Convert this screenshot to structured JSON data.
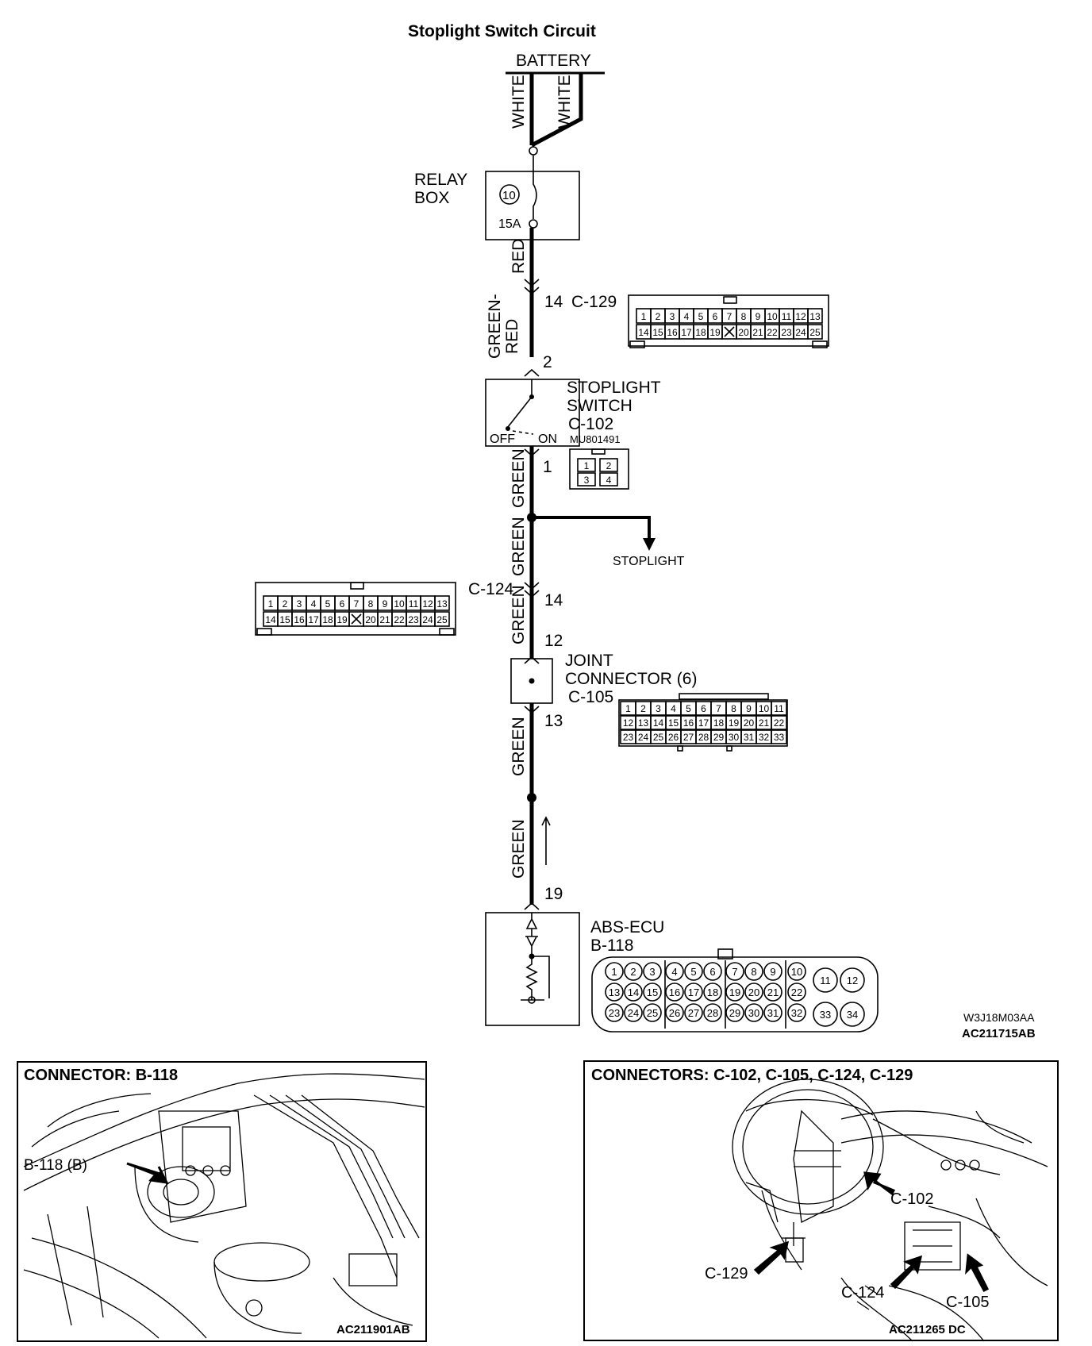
{
  "title": "Stoplight Switch Circuit",
  "battery": "BATTERY",
  "wires": {
    "white_a": "WHITE",
    "white_b": "WHITE",
    "red": "RED",
    "green_red_1": "GREEN-",
    "green_red_2": "RED",
    "green_1": "GREEN",
    "green_2": "GREEN",
    "green_3": "GREEN",
    "green_4": "GREEN",
    "green_5": "GREEN"
  },
  "relay_box": {
    "label_1": "RELAY",
    "label_2": "BOX",
    "fuse_no": "10",
    "fuse_rating": "15A"
  },
  "c129": {
    "pin": "14",
    "name": "C-129",
    "top_row": [
      "1",
      "2",
      "3",
      "4",
      "5",
      "6",
      "7",
      "8",
      "9",
      "10",
      "11",
      "12",
      "13"
    ],
    "bottom_row": [
      "14",
      "15",
      "16",
      "17",
      "18",
      "19",
      "X",
      "20",
      "21",
      "22",
      "23",
      "24",
      "25"
    ]
  },
  "stoplight_switch": {
    "pin_in": "2",
    "label_1": "STOPLIGHT",
    "label_2": "SWITCH",
    "name": "C-102",
    "part_no": "MU801491",
    "off": "OFF",
    "on": "ON",
    "pin_out": "1",
    "pins": [
      "1",
      "2",
      "3",
      "4"
    ]
  },
  "stoplight": "STOPLIGHT",
  "c124": {
    "name": "C-124",
    "pin_a": "14",
    "pin_b": "12",
    "top_row": [
      "1",
      "2",
      "3",
      "4",
      "5",
      "6",
      "7",
      "8",
      "9",
      "10",
      "11",
      "12",
      "13"
    ],
    "bottom_row": [
      "14",
      "15",
      "16",
      "17",
      "18",
      "19",
      "X",
      "20",
      "21",
      "22",
      "23",
      "24",
      "25"
    ]
  },
  "joint_connector": {
    "label_1": "JOINT",
    "label_2": "CONNECTOR (6)",
    "name": "C-105",
    "pin_out": "13",
    "rows": [
      [
        "1",
        "2",
        "3",
        "4",
        "5",
        "6",
        "7",
        "8",
        "9",
        "10",
        "11"
      ],
      [
        "12",
        "13",
        "14",
        "15",
        "16",
        "17",
        "18",
        "19",
        "20",
        "21",
        "22"
      ],
      [
        "23",
        "24",
        "25",
        "26",
        "27",
        "28",
        "29",
        "30",
        "31",
        "32",
        "33"
      ]
    ]
  },
  "abs_ecu": {
    "pin": "19",
    "label": "ABS-ECU",
    "name": "B-118",
    "row1": [
      "1",
      "2",
      "3",
      "4",
      "5",
      "6",
      "7",
      "8",
      "9",
      "10"
    ],
    "row2": [
      "13",
      "14",
      "15",
      "16",
      "17",
      "18",
      "19",
      "20",
      "21",
      "22"
    ],
    "row3": [
      "23",
      "24",
      "25",
      "26",
      "27",
      "28",
      "29",
      "30",
      "31",
      "32"
    ],
    "large_pins": [
      "11",
      "12",
      "33",
      "34"
    ]
  },
  "codes": {
    "code_1": "W3J18M03AA",
    "code_2": "AC211715AB"
  },
  "panel_left": {
    "title": "CONNECTOR: B-118",
    "callout": "B-118 (B)",
    "code": "AC211901AB"
  },
  "panel_right": {
    "title": "CONNECTORS: C-102, C-105, C-124, C-129",
    "callout_c102": "C-102",
    "callout_c129": "C-129",
    "callout_c124": "C-124",
    "callout_c105": "C-105",
    "code": "AC211265 DC"
  }
}
